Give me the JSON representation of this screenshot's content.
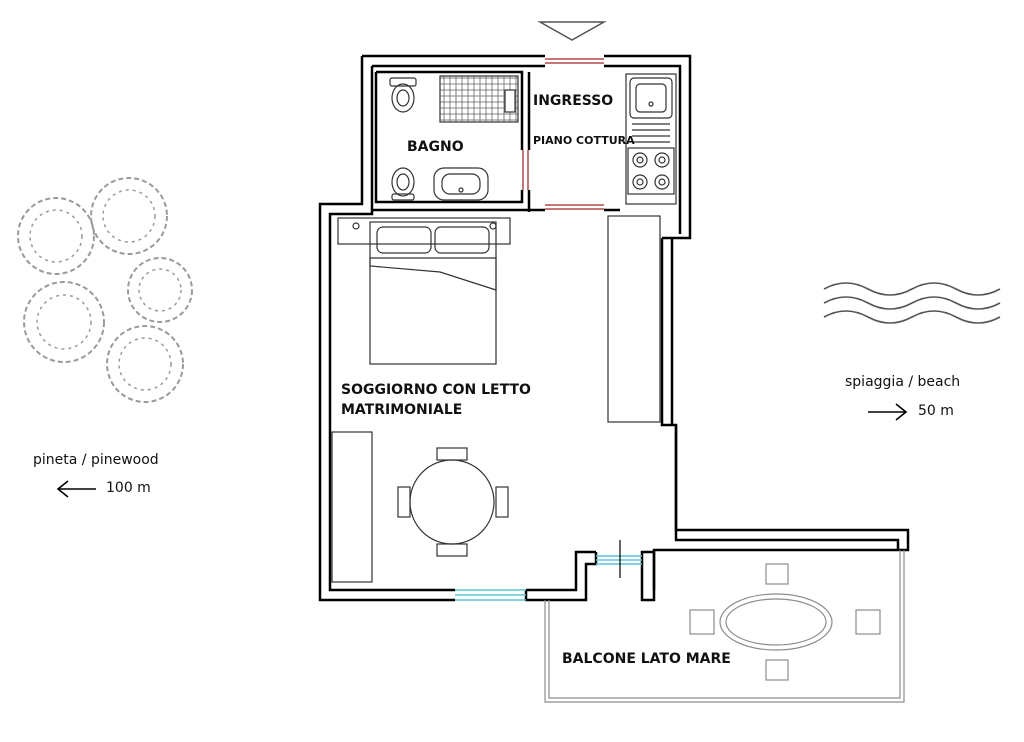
{
  "rooms": {
    "bathroom": "BAGNO",
    "entrance": "INGRESSO",
    "cooktop": "PIANO COTTURA",
    "living_line1": "SOGGIORNO CON LETTO",
    "living_line2": "MATRIMONIALE",
    "balcony": "BALCONE LATO MARE"
  },
  "surroundings": {
    "pinewood_label": "pineta / pinewood",
    "pinewood_distance": "100 m",
    "beach_label": "spiaggia / beach",
    "beach_distance": "50 m"
  },
  "colors": {
    "wall": "#000000",
    "window": "#59c7d4",
    "door_frame": "#b24a4a",
    "tree": "#9a9a9a",
    "furniture": "#8c8c8c"
  }
}
